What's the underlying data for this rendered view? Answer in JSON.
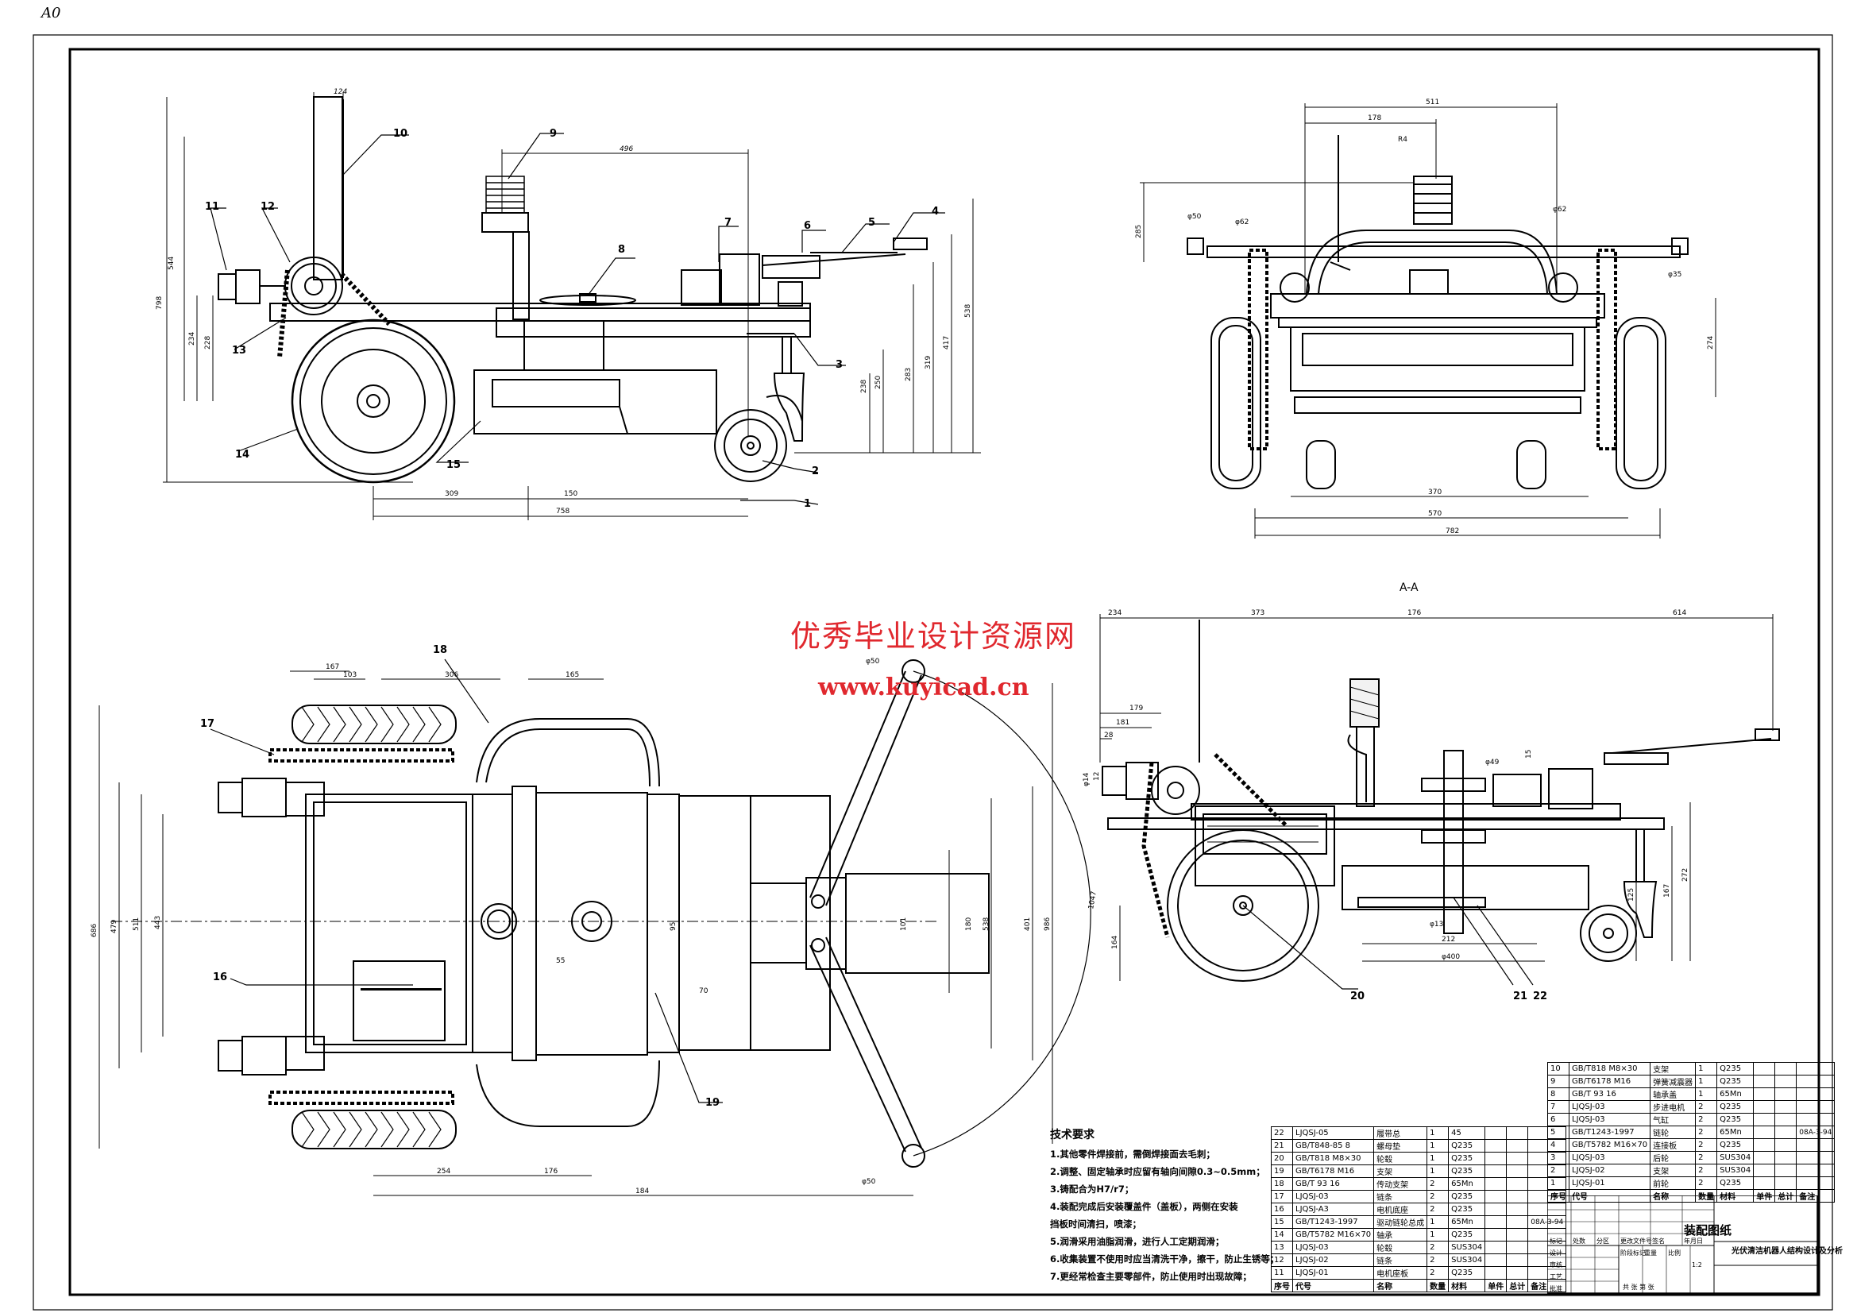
{
  "sheet_size": "A0",
  "watermark": {
    "line1": "优秀毕业设计资源网",
    "line2": "www.kuyicad.cn"
  },
  "section_label": "A-A",
  "balloons_front": [
    "1",
    "2",
    "3",
    "4",
    "5",
    "6",
    "7",
    "8",
    "9",
    "10",
    "11",
    "12",
    "13",
    "14",
    "15"
  ],
  "balloons_plan": [
    "16",
    "17",
    "18",
    "19"
  ],
  "balloons_section": [
    "20",
    "21",
    "22"
  ],
  "dims_front": [
    "124",
    "496",
    "544",
    "798",
    "234",
    "228",
    "238",
    "250",
    "283",
    "319",
    "417",
    "538",
    "309",
    "150",
    "758"
  ],
  "dims_side": [
    "511",
    "178",
    "R4",
    "φ50",
    "φ62",
    "φ62",
    "285",
    "φ35",
    "274",
    "370",
    "570",
    "782"
  ],
  "dims_plan": [
    "167",
    "103",
    "306",
    "165",
    "φ50",
    "686",
    "479",
    "511",
    "443",
    "55",
    "70",
    "95",
    "101",
    "180",
    "538",
    "401",
    "986",
    "254",
    "176",
    "184",
    "φ50",
    "1047"
  ],
  "dims_section": [
    "234",
    "373",
    "176",
    "614",
    "179",
    "181",
    "28",
    "φ14",
    "12",
    "φ49",
    "15",
    "125",
    "167",
    "272",
    "φ13",
    "212",
    "φ400",
    "164"
  ],
  "tech_requirements": {
    "title": "技术要求",
    "items": [
      "1.其他零件焊接前，需倒焊接面去毛刺；",
      "2.调整、固定轴承时应留有轴向间隙0.3~0.5mm；",
      "3.铸配合为H7/r7；",
      "4.装配完成后安装覆盖件（盖板），两侧在安装",
      "挡板时间清扫，喷漆；",
      "5.润滑采用油脂润滑，进行人工定期润滑；",
      "6.收集装置不使用时应当清洗干净，擦干，防止生锈等；",
      "7.更经常检查主要零部件，防止使用时出现故障；"
    ]
  },
  "bom_left": {
    "rows": [
      {
        "no": "22",
        "code": "LJQSJ-05",
        "name": "履带总",
        "qty": "1",
        "mat": "45",
        "ref": ""
      },
      {
        "no": "21",
        "code": "GB/T848-85 8",
        "name": "螺母垫",
        "qty": "1",
        "mat": "Q235",
        "ref": ""
      },
      {
        "no": "20",
        "code": "GB/T818 M8×30",
        "name": "轮毂",
        "qty": "1",
        "mat": "Q235",
        "ref": ""
      },
      {
        "no": "19",
        "code": "GB/T6178 M16",
        "name": "支架",
        "qty": "1",
        "mat": "Q235",
        "ref": ""
      },
      {
        "no": "18",
        "code": "GB/T 93 16",
        "name": "传动支架",
        "qty": "2",
        "mat": "65Mn",
        "ref": ""
      },
      {
        "no": "17",
        "code": "LJQSJ-03",
        "name": "链条",
        "qty": "2",
        "mat": "Q235",
        "ref": ""
      },
      {
        "no": "16",
        "code": "LJQSJ-A3",
        "name": "电机底座",
        "qty": "2",
        "mat": "Q235",
        "ref": ""
      },
      {
        "no": "15",
        "code": "GB/T1243-1997",
        "name": "驱动链轮总成",
        "qty": "1",
        "mat": "65Mn",
        "ref": "08A-3-94"
      },
      {
        "no": "14",
        "code": "GB/T5782 M16×70",
        "name": "轴承",
        "qty": "1",
        "mat": "Q235",
        "ref": ""
      },
      {
        "no": "13",
        "code": "LJQSJ-03",
        "name": "轮毂",
        "qty": "2",
        "mat": "SUS304",
        "ref": ""
      },
      {
        "no": "12",
        "code": "LJQSJ-02",
        "name": "链条",
        "qty": "2",
        "mat": "SUS304",
        "ref": ""
      },
      {
        "no": "11",
        "code": "LJQSJ-01",
        "name": "电机座板",
        "qty": "2",
        "mat": "Q235",
        "ref": ""
      }
    ],
    "header": {
      "no": "序号",
      "code": "代号",
      "name": "名称",
      "qty": "数量",
      "mat": "材料",
      "w1": "单件",
      "w2": "总计",
      "ref": "备注"
    }
  },
  "bom_right": {
    "rows": [
      {
        "no": "10",
        "code": "GB/T818 M8×30",
        "name": "支架",
        "qty": "1",
        "mat": "Q235",
        "ref": ""
      },
      {
        "no": "9",
        "code": "GB/T6178 M16",
        "name": "弹簧减震器",
        "qty": "1",
        "mat": "Q235",
        "ref": ""
      },
      {
        "no": "8",
        "code": "GB/T 93 16",
        "name": "轴承盖",
        "qty": "1",
        "mat": "65Mn",
        "ref": ""
      },
      {
        "no": "7",
        "code": "LJQSJ-03",
        "name": "步进电机",
        "qty": "2",
        "mat": "Q235",
        "ref": ""
      },
      {
        "no": "6",
        "code": "LJQSJ-03",
        "name": "气缸",
        "qty": "2",
        "mat": "Q235",
        "ref": ""
      },
      {
        "no": "5",
        "code": "GB/T1243-1997",
        "name": "链轮",
        "qty": "2",
        "mat": "65Mn",
        "ref": "08A-3-94"
      },
      {
        "no": "4",
        "code": "GB/T5782 M16×70",
        "name": "连接板",
        "qty": "2",
        "mat": "Q235",
        "ref": ""
      },
      {
        "no": "3",
        "code": "LJQSJ-03",
        "name": "后轮",
        "qty": "2",
        "mat": "SUS304",
        "ref": ""
      },
      {
        "no": "2",
        "code": "LJQSJ-02",
        "name": "支架",
        "qty": "2",
        "mat": "SUS304",
        "ref": ""
      },
      {
        "no": "1",
        "code": "LJQSJ-01",
        "name": "前轮",
        "qty": "2",
        "mat": "Q235",
        "ref": ""
      }
    ],
    "header": {
      "no": "序号",
      "code": "代号",
      "name": "名称",
      "qty": "数量",
      "mat": "材料",
      "w1": "单件",
      "w2": "总计",
      "ref": "备注"
    }
  },
  "title_block": {
    "drawing_name": "装配图纸",
    "project": "光伏清洁机器人结构设计及分析",
    "stage_label": "阶段标记",
    "weight_label": "重量",
    "scale_label": "比例",
    "scale": "1:2",
    "rows": [
      "标记",
      "处数",
      "分区",
      "更改文件号",
      "签名",
      "年月日"
    ],
    "roles": [
      "设计",
      "审核",
      "工艺",
      "批准"
    ],
    "sheet_label": "共 张 第 张"
  }
}
